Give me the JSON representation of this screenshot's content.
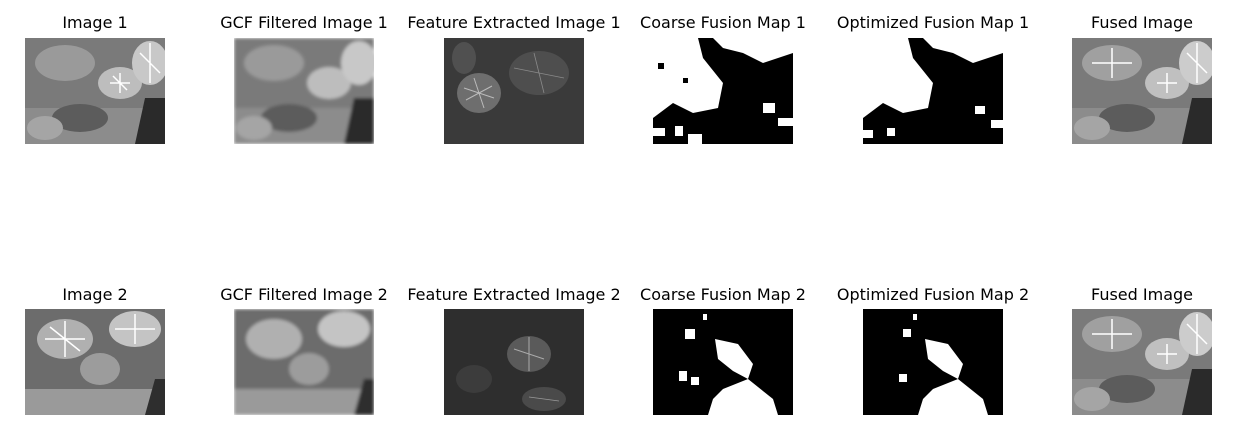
{
  "figure": {
    "rows": [
      {
        "titles": [
          "Image 1",
          "GCF Filtered Image 1",
          "Feature Extracted Image 1",
          "Coarse Fusion Map 1",
          "Optimized Fusion Map 1",
          "Fused Image"
        ]
      },
      {
        "titles": [
          "Image 2",
          "GCF Filtered Image 2",
          "Feature Extracted Image 2",
          "Coarse Fusion Map 2",
          "Optimized Fusion Map 2",
          "Fused Image"
        ]
      }
    ]
  }
}
